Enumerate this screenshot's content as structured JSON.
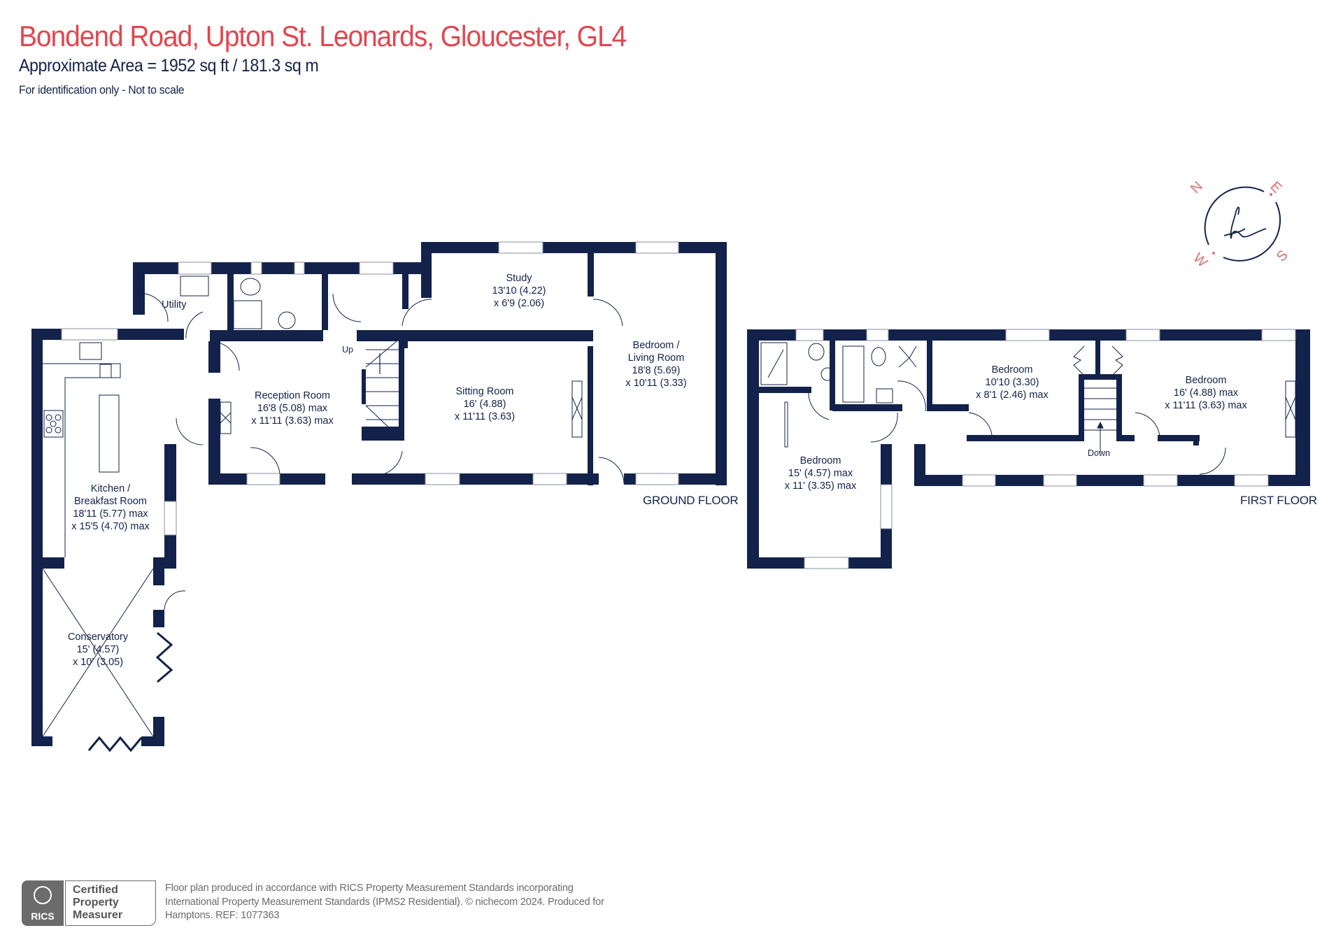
{
  "header": {
    "title": "Bondend Road, Upton St. Leonards, Gloucester, GL4",
    "area": "Approximate Area = 1952 sq ft / 181.3 sq m",
    "disclaimer": "For identification only - Not to scale"
  },
  "colors": {
    "title": "#e0474f",
    "walls": "#13224a",
    "compass_letters": "#d9716f",
    "footer_grey": "#6b6b6b"
  },
  "compass": {
    "icon": "compass-h-logo-icon",
    "letters": {
      "n": "N",
      "e": "E",
      "s": "S",
      "w": "W"
    }
  },
  "ground_floor": {
    "label": "GROUND FLOOR",
    "rooms": {
      "utility": {
        "name": "Utility"
      },
      "reception": {
        "name": "Reception Room",
        "dim1": "16'8 (5.08) max",
        "dim2": "x 11'11 (3.63) max"
      },
      "study": {
        "name": "Study",
        "dim1": "13'10 (4.22)",
        "dim2": "x 6'9 (2.06)"
      },
      "sitting": {
        "name": "Sitting Room",
        "dim1": "16' (4.88)",
        "dim2": "x 11'11 (3.63)"
      },
      "bedroom_living": {
        "name1": "Bedroom /",
        "name2": "Living Room",
        "dim1": "18'8 (5.69)",
        "dim2": "x 10'11 (3.33)"
      },
      "kitchen": {
        "name1": "Kitchen /",
        "name2": "Breakfast Room",
        "dim1": "18'11 (5.77) max",
        "dim2": "x 15'5 (4.70) max"
      },
      "conservatory": {
        "name": "Conservatory",
        "dim1": "15' (4.57)",
        "dim2": "x 10' (3.05)"
      }
    },
    "stairs_label": "Up"
  },
  "first_floor": {
    "label": "FIRST FLOOR",
    "rooms": {
      "bedroom_a": {
        "name": "Bedroom",
        "dim1": "15' (4.57) max",
        "dim2": "x 11' (3.35) max"
      },
      "bedroom_b": {
        "name": "Bedroom",
        "dim1": "10'10 (3.30)",
        "dim2": "x 8'1 (2.46) max"
      },
      "bedroom_c": {
        "name": "Bedroom",
        "dim1": "16' (4.88) max",
        "dim2": "x 11'11 (3.63) max"
      }
    },
    "stairs_label": "Down"
  },
  "footer": {
    "badge": {
      "org": "RICS",
      "line1": "Certified",
      "line2": "Property",
      "line3": "Measurer"
    },
    "line1": "Floor plan produced in accordance with RICS Property Measurement Standards incorporating",
    "line2": "International Property Measurement Standards (IPMS2 Residential).  © nichecom 2024.   Produced for",
    "line3": "Hamptons.  REF:  1077363"
  }
}
